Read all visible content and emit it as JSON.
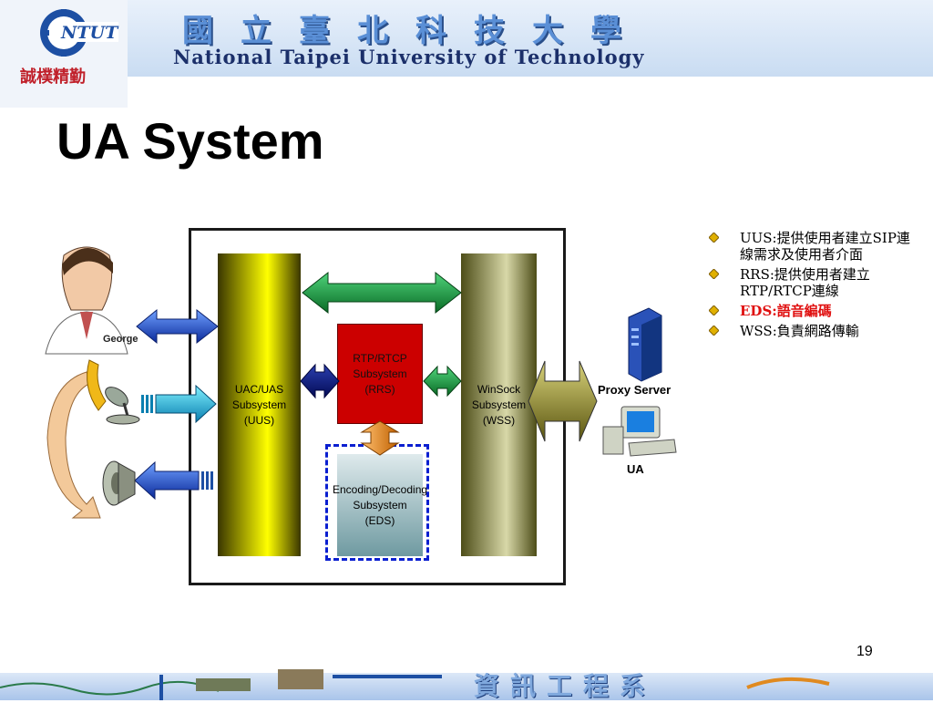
{
  "header": {
    "chinese_title": "國立臺北科技大學",
    "english_title": "National Taipei University of Technology",
    "logo_text": "NTUT",
    "motto": "誠樸精勤"
  },
  "title": "UA System",
  "diagram": {
    "uus": {
      "line1": "UAC/UAS",
      "line2": "Subsystem",
      "line3": "(UUS)"
    },
    "rrs": {
      "line1": "RTP/RTCP",
      "line2": "Subsystem",
      "line3": "(RRS)"
    },
    "eds": {
      "line1": "Encoding/Decoding",
      "line2": "Subsystem",
      "line3": "(EDS)"
    },
    "wss": {
      "line1": "WinSock",
      "line2": "Subsystem",
      "line3": "(WSS)"
    },
    "george_label": "George",
    "proxy_label": "Proxy Server",
    "ua_label": "UA"
  },
  "bullets": [
    {
      "text": "UUS:提供使用者建立SIP連線需求及使用者介面",
      "highlight": false
    },
    {
      "text": "RRS:提供使用者建立RTP/RTCP連線",
      "highlight": false
    },
    {
      "text": "EDS:語音編碼",
      "highlight": true
    },
    {
      "text": "WSS:負責網路傳輸",
      "highlight": false
    }
  ],
  "page_number": "19",
  "footer": {
    "title": "資訊工程系"
  },
  "colors": {
    "accent_blue": "#0a1fd0",
    "highlight_red": "#e01010",
    "rrs_red": "#cc0000",
    "uus_yellow": "#ffff00"
  }
}
